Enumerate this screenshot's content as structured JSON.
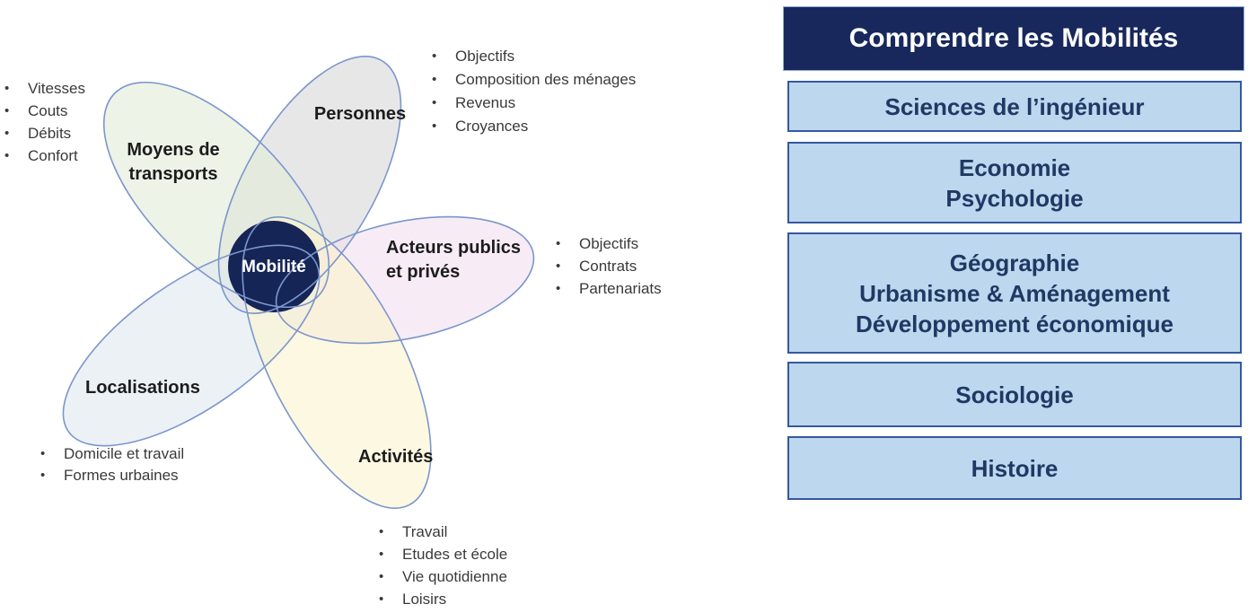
{
  "colors": {
    "navy": "#18285c",
    "circle_navy": "#152556",
    "petal_stroke": "#7b96cc",
    "petal_moyens_fill": "#e2ebd8",
    "petal_personnes_fill": "#d9d8da",
    "petal_acteurs_fill": "#f2e0ef",
    "petal_localisations_fill": "#e1e8f1",
    "petal_activites_fill": "#fbf3cf",
    "panel_box_fill": "#bdd7ee",
    "panel_box_border": "#35589f",
    "panel_box_text": "#1f3864"
  },
  "diagram": {
    "center_label": "Mobilité",
    "petals": {
      "moyens": {
        "line1": "Moyens de",
        "line2": "transports"
      },
      "personnes": {
        "label": "Personnes"
      },
      "acteurs": {
        "line1": "Acteurs publics",
        "line2": "et privés"
      },
      "localisations": {
        "label": "Localisations"
      },
      "activites": {
        "label": "Activités"
      }
    },
    "bullets": {
      "moyens": [
        "Vitesses",
        "Couts",
        "Débits",
        "Confort"
      ],
      "personnes": [
        "Objectifs",
        "Composition des ménages",
        "Revenus",
        "Croyances"
      ],
      "acteurs": [
        "Objectifs",
        "Contrats",
        "Partenariats"
      ],
      "localisations": [
        "Domicile et travail",
        "Formes urbaines"
      ],
      "activites": [
        "Travail",
        "Etudes et école",
        "Vie quotidienne",
        "Loisirs"
      ]
    }
  },
  "panel": {
    "title": "Comprendre les Mobilités",
    "boxes": [
      {
        "lines": [
          "Sciences de l’ingénieur"
        ]
      },
      {
        "lines": [
          "Economie",
          "Psychologie"
        ]
      },
      {
        "lines": [
          "Géographie",
          "Urbanisme & Aménagement",
          "Développement économique"
        ]
      },
      {
        "lines": [
          "Sociologie"
        ]
      },
      {
        "lines": [
          "Histoire"
        ]
      }
    ]
  }
}
